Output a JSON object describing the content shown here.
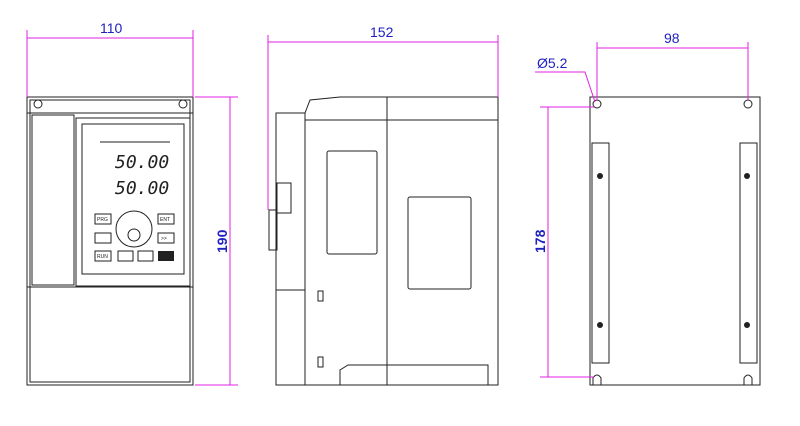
{
  "dimensions": {
    "front_width": "110",
    "side_depth": "152",
    "mount_width": "98",
    "hole_diameter": "Ø5.2",
    "height": "190",
    "mount_height": "178"
  },
  "keypad": {
    "display_top": "50.00",
    "display_bottom": "50.00",
    "keys": [
      "PRG",
      "ENT",
      ">>",
      "RUN"
    ]
  },
  "colors": {
    "dimension_line": "#e020e0",
    "dimension_text": "#2020c0",
    "outline": "#222222"
  }
}
